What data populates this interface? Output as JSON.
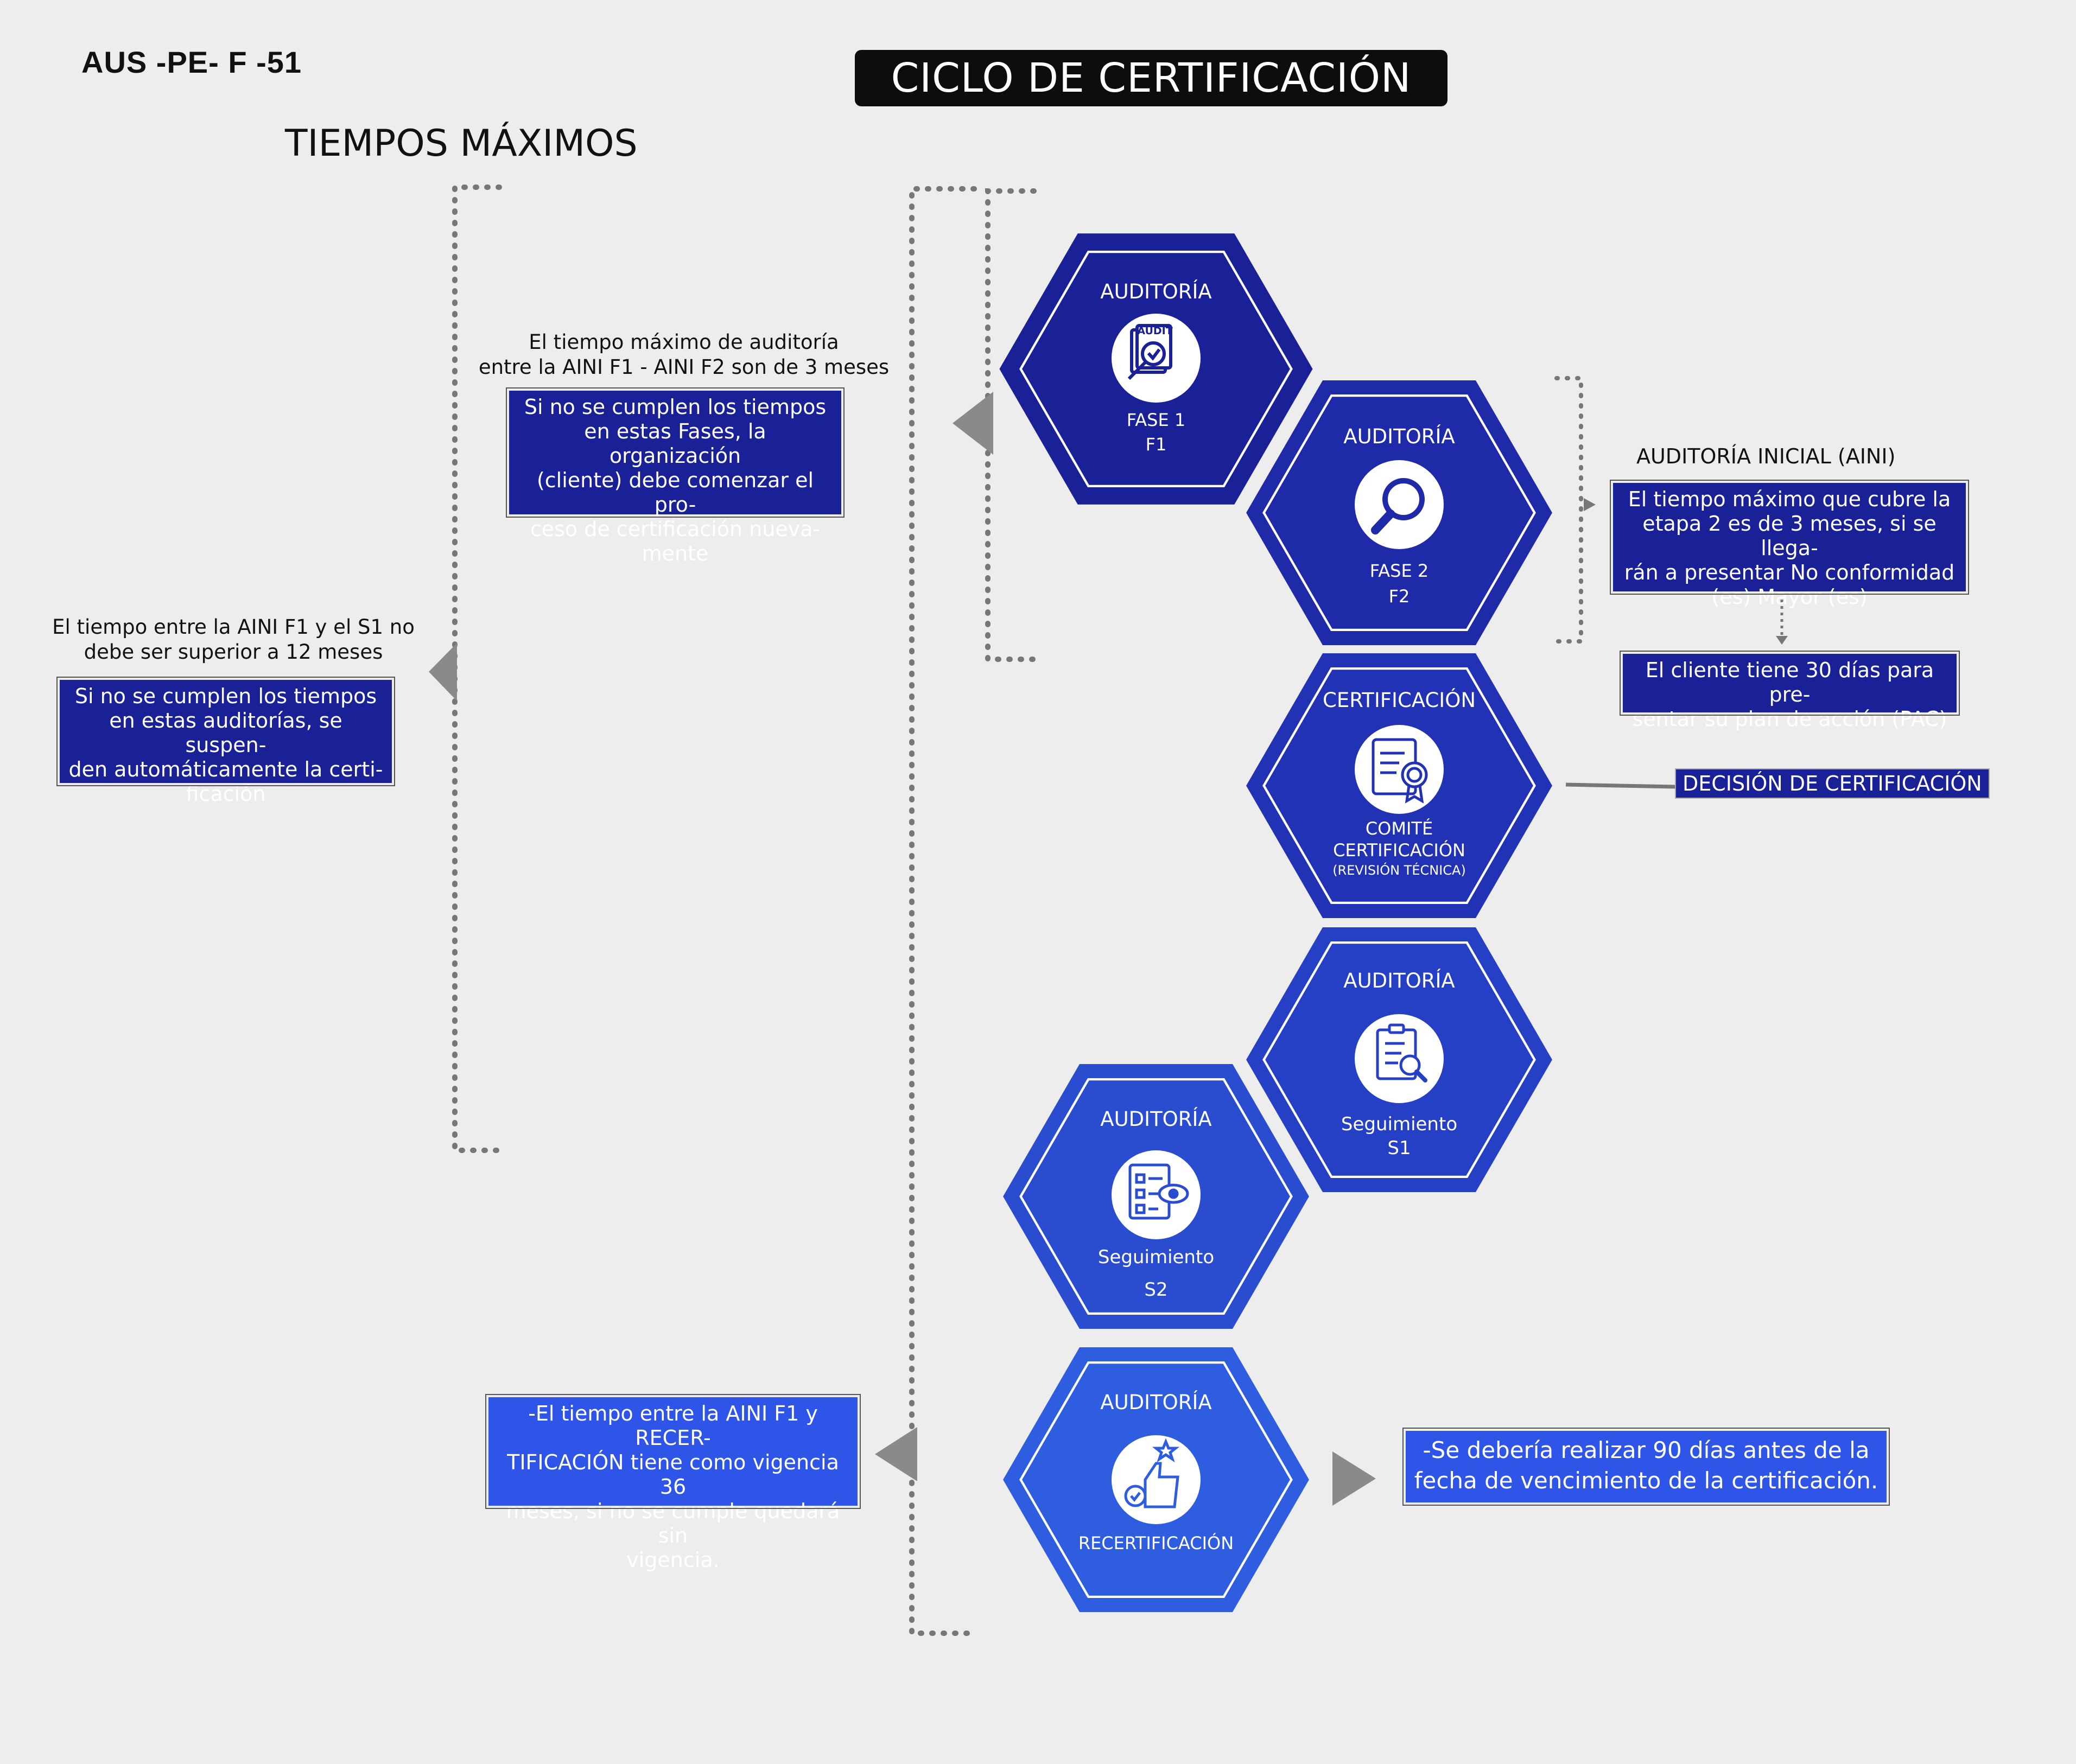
{
  "header": {
    "doc_code": "AUS -PE- F -51",
    "title": "CICLO DE CERTIFICACIÓN",
    "subtitle": "TIEMPOS MÁXIMOS"
  },
  "hexagons": {
    "f1": {
      "top": "AUDITORÍA",
      "bottom1": "FASE 1",
      "bottom2": "F1",
      "icon": "audit-document-icon",
      "color": "#1a2197"
    },
    "f2": {
      "top": "AUDITORÍA",
      "bottom1": "FASE 2",
      "bottom2": "F2",
      "icon": "magnifier-icon",
      "color": "#1f2aa8"
    },
    "cert": {
      "top": "CERTIFICACIÓN",
      "bottom1": "COMITÉ",
      "bottom2": "CERTIFICACIÓN",
      "bottom3": "(REVISIÓN TÉCNICA)",
      "icon": "certificate-icon",
      "color": "#2133b4"
    },
    "s1": {
      "top": "AUDITORÍA",
      "bottom1": "Seguimiento",
      "bottom2": "S1",
      "icon": "clipboard-search-icon",
      "color": "#2540c4"
    },
    "s2": {
      "top": "AUDITORÍA",
      "bottom1": "Seguimiento",
      "bottom2": "S2",
      "icon": "checklist-eye-icon",
      "color": "#2a4dd0"
    },
    "recert": {
      "top": "AUDITORÍA",
      "bottom1": "RECERTIFICACIÓN",
      "icon": "thumbs-up-star-icon",
      "color": "#2f5de0"
    }
  },
  "notes": {
    "f1f2_caption_1": "El tiempo máximo de auditoría",
    "f1f2_caption_2": "entre la AINI F1 - AINI F2 son de 3 meses",
    "f1f2_box": [
      "Si no se cumplen los tiempos",
      "en estas Fases, la organización",
      "(cliente) debe comenzar el pro-",
      "ceso de certificación nueva-",
      "mente"
    ],
    "s1_caption_1": "El tiempo entre la AINI F1 y el S1 no",
    "s1_caption_2": "debe ser superior a 12 meses",
    "s1_box": [
      "Si no se cumplen los tiempos",
      "en estas auditorías, se suspen-",
      "den automáticamente la certi-",
      "ficación"
    ],
    "aini_title": "AUDITORÍA INICIAL (AINI)",
    "aini_box": [
      "El tiempo máximo que cubre la",
      "etapa 2 es de 3 meses, si se llega-",
      "rán a presentar No conformidad",
      "(es) Mayor (es)"
    ],
    "pac_box": [
      "El cliente tiene 30 días para pre-",
      "sentar su plan de acción (PAC)"
    ],
    "decision": "DECISIÓN DE CERTIFICACIÓN",
    "recert_left_box": [
      "-El tiempo entre la AINI F1 y RECER-",
      "TIFICACIÓN tiene como vigencia 36",
      "meses, si no se cumple quedará sin",
      "vigencia."
    ],
    "recert_right_box": [
      "-Se debería realizar 90 días antes de la",
      "fecha de vencimiento de la certificación."
    ]
  }
}
